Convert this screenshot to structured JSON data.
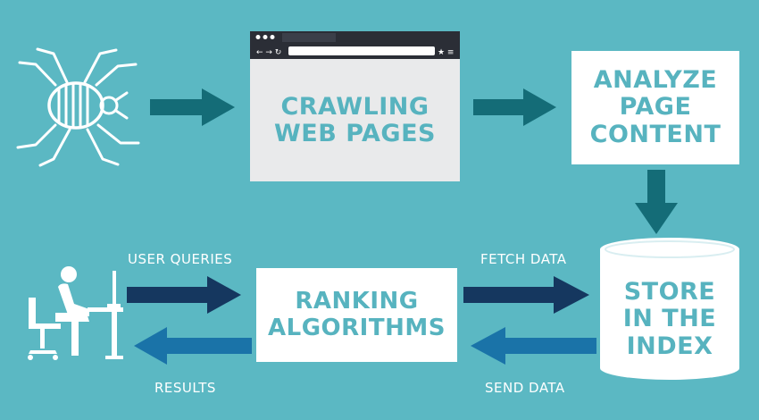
{
  "steps": {
    "crawl": [
      "CRAWLING",
      "WEB PAGES"
    ],
    "analyze": [
      "ANALYZE",
      "PAGE",
      "CONTENT"
    ],
    "store": [
      "STORE",
      "IN THE",
      "INDEX"
    ],
    "rank": [
      "RANKING",
      "ALGORITHMS"
    ]
  },
  "labels": {
    "user_queries": "USER QUERIES",
    "results": "RESULTS",
    "fetch_data": "FETCH DATA",
    "send_data": "SEND DATA"
  },
  "icons": {
    "spider": "spider-icon",
    "browser": "browser-window-icon",
    "user": "user-at-computer-icon",
    "database": "database-cylinder-icon"
  },
  "colors": {
    "background": "#5bb8c3",
    "box": "#ffffff",
    "browser_body": "#e9eaeb",
    "browser_bar": "#2b2e36",
    "box_text": "#57b3bf",
    "teal_arrow": "#146c77",
    "navy_arrow": "#15375f",
    "blue_arrow": "#1a73a8"
  }
}
